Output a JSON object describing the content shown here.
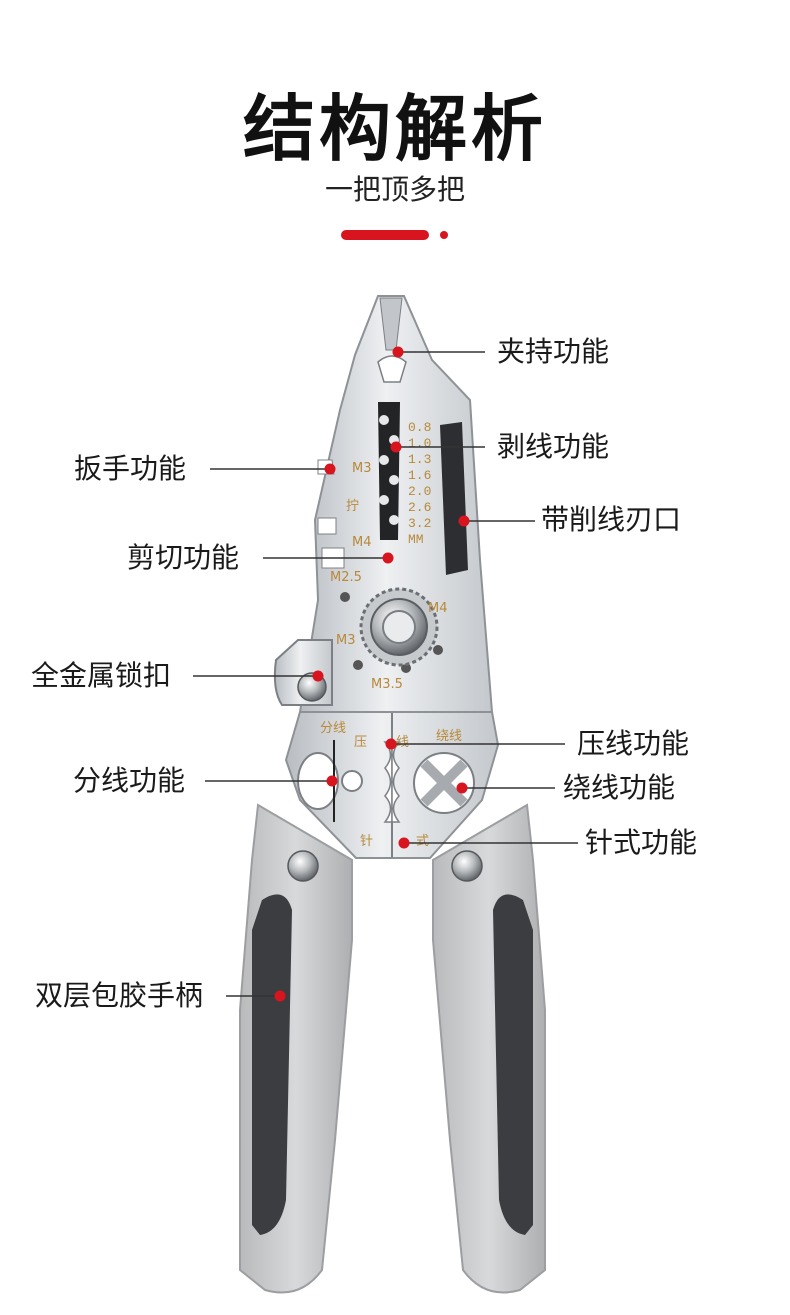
{
  "header": {
    "title": "结构解析",
    "subtitle": "一把顶多把"
  },
  "colors": {
    "accent": "#d8141e",
    "steel": "#d9dcdf",
    "handle_light": "#c8c9cb",
    "handle_dark": "#3b3d40",
    "engraving": "#b8893c"
  },
  "labels": {
    "clamp": "夹持功能",
    "strip": "剥线功能",
    "wrench": "扳手功能",
    "blade": "带削线刃口",
    "cut": "剪切功能",
    "lock": "全金属锁扣",
    "crimp": "压线功能",
    "split": "分线功能",
    "wind": "绕线功能",
    "pin": "针式功能",
    "handle": "双层包胶手柄"
  },
  "engravings": {
    "gauges": [
      "0.8",
      "1.0",
      "1.3",
      "1.6",
      "2.0",
      "2.6",
      "3.2",
      "MM"
    ],
    "m3_top": "M3",
    "twist": "拧",
    "m4_left": "M4",
    "m25": "M2.5",
    "m4_right": "M4",
    "m3_mid": "M3",
    "m35": "M3.5",
    "split_word": "分线",
    "crimp_a": "压",
    "crimp_b": "线",
    "wind_word": "绕线",
    "pin_a": "针",
    "pin_b": "式"
  }
}
